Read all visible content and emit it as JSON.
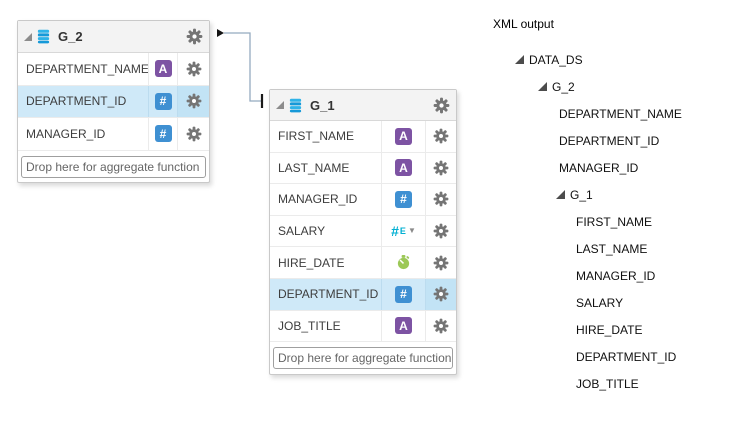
{
  "colors": {
    "highlight_row": "#cfe9f8",
    "highlight_gear_cell": "#c2e3f5",
    "text_badge_bg": "#7d53a3",
    "number_badge_bg": "#3f90d2",
    "date_icon": "#9cc857",
    "aggregate_icon": "#00afd2",
    "gear_icon": "#757575",
    "connector_line": "#94aabf",
    "panel_header_bg": "#f3f3f3"
  },
  "icons": {
    "text_badge": "A",
    "number_badge": "#",
    "agg_hash": "#",
    "agg_letter": "E",
    "agg_caret": "▼",
    "gear": "gear-icon",
    "dataset": "dataset-icon",
    "date": "stopwatch-icon",
    "expanded": "expanded-triangle-icon"
  },
  "panels": [
    {
      "title": "G_2",
      "drop_label": "Drop here for aggregate function",
      "fields": [
        {
          "name": "DEPARTMENT_NAME",
          "type_icon": "text-type-icon",
          "highlighted": false
        },
        {
          "name": "DEPARTMENT_ID",
          "type_icon": "number-type-icon",
          "highlighted": true
        },
        {
          "name": "MANAGER_ID",
          "type_icon": "number-type-icon",
          "highlighted": false
        }
      ]
    },
    {
      "title": "G_1",
      "drop_label": "Drop here for aggregate function",
      "fields": [
        {
          "name": "FIRST_NAME",
          "type_icon": "text-type-icon",
          "highlighted": false
        },
        {
          "name": "LAST_NAME",
          "type_icon": "text-type-icon",
          "highlighted": false
        },
        {
          "name": "MANAGER_ID",
          "type_icon": "number-type-icon",
          "highlighted": false
        },
        {
          "name": "SALARY",
          "type_icon": "number-aggregate-type-icon",
          "highlighted": false
        },
        {
          "name": "HIRE_DATE",
          "type_icon": "date-type-icon",
          "highlighted": false
        },
        {
          "name": "DEPARTMENT_ID",
          "type_icon": "number-type-icon",
          "highlighted": true
        },
        {
          "name": "JOB_TITLE",
          "type_icon": "text-type-icon",
          "highlighted": false
        }
      ]
    }
  ],
  "connector": {
    "from_group": "G_2",
    "to_group": "G_1"
  },
  "xml_output": {
    "label": "XML output",
    "nodes": [
      {
        "label": "DATA_DS",
        "level": 0,
        "expandable": true
      },
      {
        "label": "G_2",
        "level": 1,
        "expandable": true
      },
      {
        "label": "DEPARTMENT_NAME",
        "level": 2,
        "expandable": false
      },
      {
        "label": "DEPARTMENT_ID",
        "level": 2,
        "expandable": false
      },
      {
        "label": "MANAGER_ID",
        "level": 2,
        "expandable": false
      },
      {
        "label": "G_1",
        "level": 2,
        "expandable": true
      },
      {
        "label": "FIRST_NAME",
        "level": 3,
        "expandable": false
      },
      {
        "label": "LAST_NAME",
        "level": 3,
        "expandable": false
      },
      {
        "label": "MANAGER_ID",
        "level": 3,
        "expandable": false
      },
      {
        "label": "SALARY",
        "level": 3,
        "expandable": false
      },
      {
        "label": "HIRE_DATE",
        "level": 3,
        "expandable": false
      },
      {
        "label": "DEPARTMENT_ID",
        "level": 3,
        "expandable": false
      },
      {
        "label": "JOB_TITLE",
        "level": 3,
        "expandable": false
      }
    ]
  }
}
